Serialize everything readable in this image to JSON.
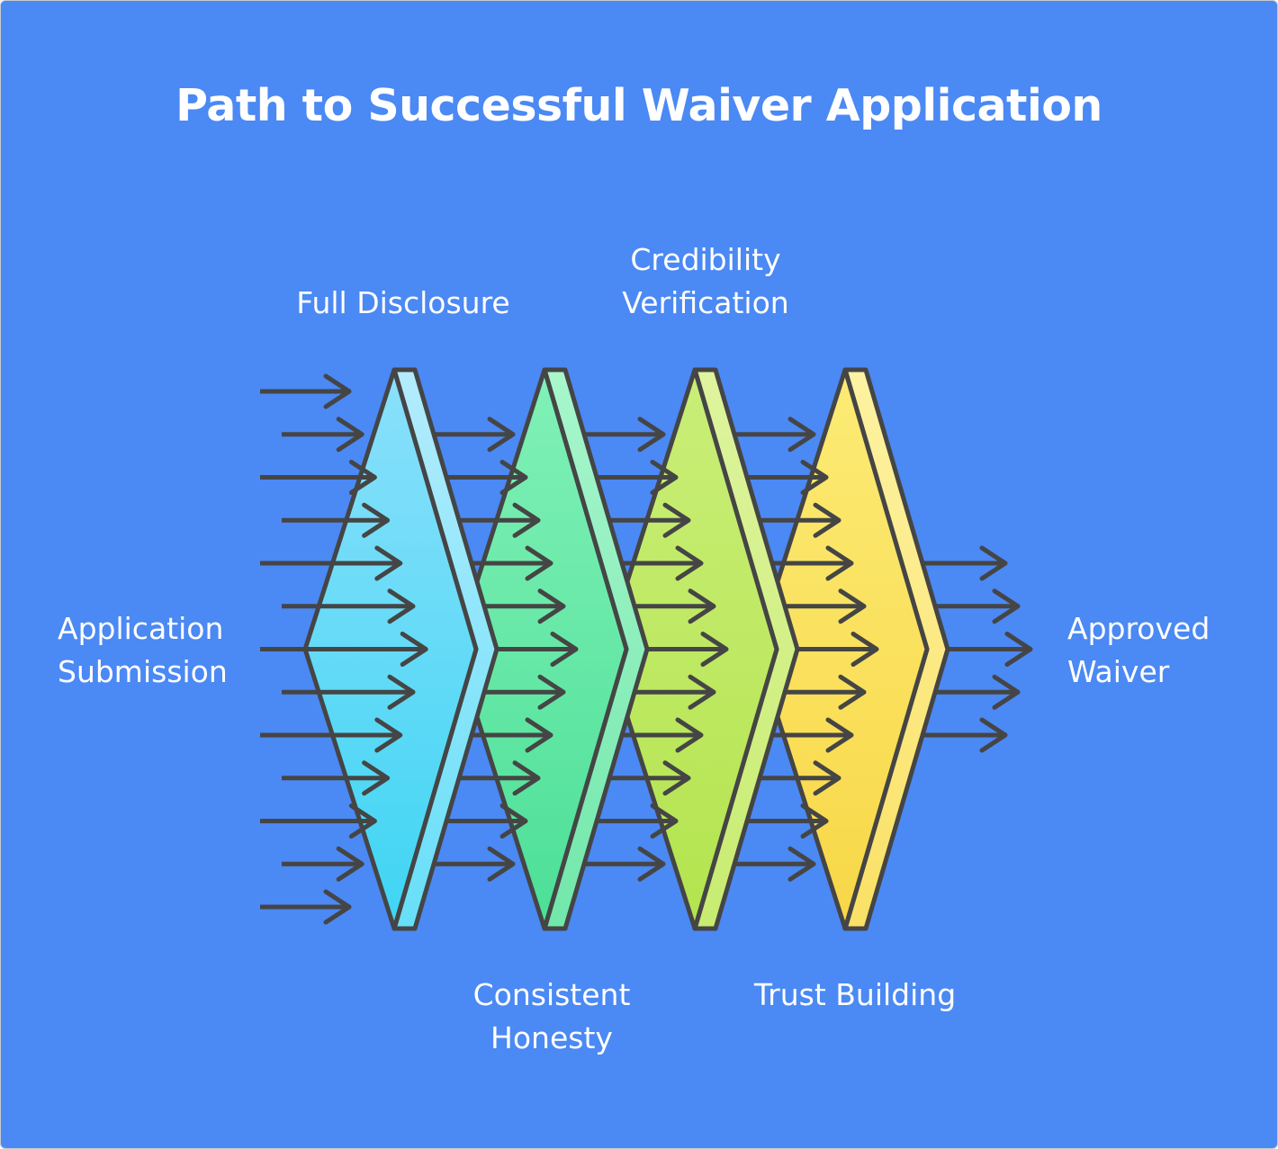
{
  "title": "Path to Successful Waiver Application",
  "colors": {
    "background": "#4B89F4",
    "stroke": "#454545",
    "text": "#FFFFFF"
  },
  "input": {
    "label_lines": [
      "Application",
      "Submission"
    ]
  },
  "output": {
    "label_lines": [
      "Approved",
      "Waiver"
    ]
  },
  "stages": [
    {
      "name": "full-disclosure",
      "label_lines": [
        "Full Disclosure"
      ],
      "label_side": "top",
      "face_top": "#8BE0FB",
      "face_bottom": "#3ED5F3",
      "band_top": "#B3ECFD",
      "band_bottom": "#67DFF8"
    },
    {
      "name": "consistent-honesty",
      "label_lines": [
        "Consistent",
        "Honesty"
      ],
      "label_side": "bottom",
      "face_top": "#81F1B7",
      "face_bottom": "#4CDF97",
      "band_top": "#A8F6CD",
      "band_bottom": "#72E7AB"
    },
    {
      "name": "credibility-verification",
      "label_lines": [
        "Credibility",
        "Verification"
      ],
      "label_side": "top",
      "face_top": "#CAEE78",
      "face_bottom": "#B3E44E",
      "band_top": "#DEF49E",
      "band_bottom": "#C8EC71"
    },
    {
      "name": "trust-building",
      "label_lines": [
        "Trust Building"
      ],
      "label_side": "bottom",
      "face_top": "#FCEB75",
      "face_bottom": "#F8D747",
      "band_top": "#FDF2A2",
      "band_bottom": "#FAE166"
    }
  ],
  "flow": {
    "input_arrows": 13,
    "arrows_between_stages": 11,
    "output_arrows": 5
  }
}
